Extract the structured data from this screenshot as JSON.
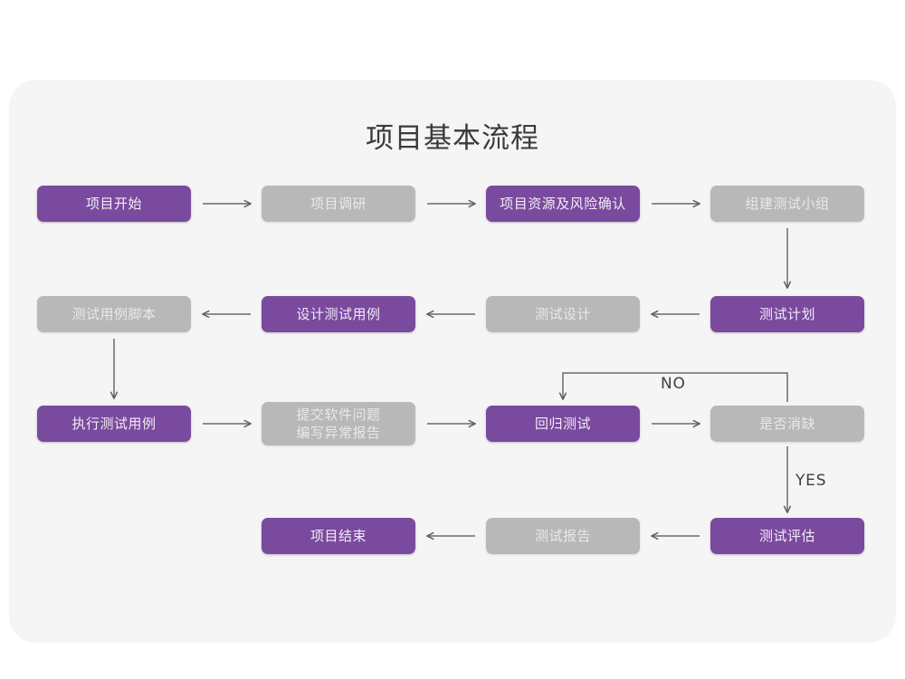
{
  "diagram": {
    "title": "项目基本流程",
    "colors": {
      "purple": "#7a4a9e",
      "gray": "#b8b8b8",
      "card_bg": "#f5f5f5",
      "page_bg": "#ffffff",
      "connector": "#6b6b6b",
      "title_text": "#3a3a3a"
    },
    "nodes": [
      {
        "id": "n1",
        "label": "项目开始",
        "style": "purple",
        "row": 1,
        "col": 1
      },
      {
        "id": "n2",
        "label": "项目调研",
        "style": "gray",
        "row": 1,
        "col": 2
      },
      {
        "id": "n3",
        "label": "项目资源及风险确认",
        "style": "purple",
        "row": 1,
        "col": 3
      },
      {
        "id": "n4",
        "label": "组建测试小组",
        "style": "gray",
        "row": 1,
        "col": 4
      },
      {
        "id": "n5",
        "label": "测试用例脚本",
        "style": "gray",
        "row": 2,
        "col": 1
      },
      {
        "id": "n6",
        "label": "设计测试用例",
        "style": "purple",
        "row": 2,
        "col": 2
      },
      {
        "id": "n7",
        "label": "测试设计",
        "style": "gray",
        "row": 2,
        "col": 3
      },
      {
        "id": "n8",
        "label": "测试计划",
        "style": "purple",
        "row": 2,
        "col": 4
      },
      {
        "id": "n9",
        "label": "执行测试用例",
        "style": "purple",
        "row": 3,
        "col": 1
      },
      {
        "id": "n10",
        "label": "提交软件问题\n编写异常报告",
        "style": "gray",
        "row": 3,
        "col": 2
      },
      {
        "id": "n11",
        "label": "回归测试",
        "style": "purple",
        "row": 3,
        "col": 3
      },
      {
        "id": "n12",
        "label": "是否消缺",
        "style": "gray",
        "row": 3,
        "col": 4
      },
      {
        "id": "n13",
        "label": "项目结束",
        "style": "purple",
        "row": 4,
        "col": 2
      },
      {
        "id": "n14",
        "label": "测试报告",
        "style": "gray",
        "row": 4,
        "col": 3
      },
      {
        "id": "n15",
        "label": "测试评估",
        "style": "purple",
        "row": 4,
        "col": 4
      }
    ],
    "edge_labels": {
      "no": "NO",
      "yes": "YES"
    },
    "edges": [
      {
        "from": "n1",
        "to": "n2",
        "direction": "right"
      },
      {
        "from": "n2",
        "to": "n3",
        "direction": "right"
      },
      {
        "from": "n3",
        "to": "n4",
        "direction": "right"
      },
      {
        "from": "n4",
        "to": "n8",
        "direction": "down"
      },
      {
        "from": "n8",
        "to": "n7",
        "direction": "left"
      },
      {
        "from": "n7",
        "to": "n6",
        "direction": "left"
      },
      {
        "from": "n6",
        "to": "n5",
        "direction": "left"
      },
      {
        "from": "n5",
        "to": "n9",
        "direction": "down"
      },
      {
        "from": "n9",
        "to": "n10",
        "direction": "right"
      },
      {
        "from": "n10",
        "to": "n11",
        "direction": "right"
      },
      {
        "from": "n11",
        "to": "n12",
        "direction": "right"
      },
      {
        "from": "n12",
        "to": "n11",
        "direction": "loop-up-left",
        "label": "NO"
      },
      {
        "from": "n12",
        "to": "n15",
        "direction": "down",
        "label": "YES"
      },
      {
        "from": "n15",
        "to": "n14",
        "direction": "left"
      },
      {
        "from": "n14",
        "to": "n13",
        "direction": "left"
      }
    ]
  }
}
